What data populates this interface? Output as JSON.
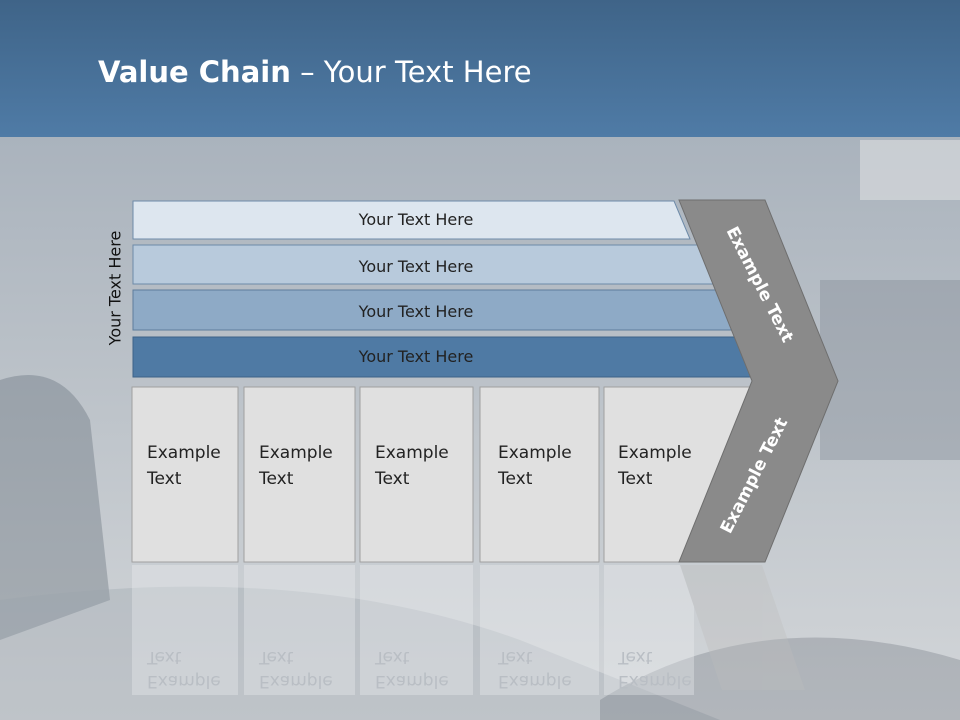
{
  "header": {
    "title_bold": "Value Chain",
    "title_rest": " – Your Text Here"
  },
  "side_label": "Your Text Here",
  "bars": [
    {
      "label": "Your Text Here",
      "color": "#dde6ef"
    },
    {
      "label": "Your Text Here",
      "color": "#b8cadc"
    },
    {
      "label": "Your Text Here",
      "color": "#8eaac6"
    },
    {
      "label": "Your Text Here",
      "color": "#4f7aa4"
    }
  ],
  "boxes": [
    {
      "line1": "Example",
      "line2": "Text"
    },
    {
      "line1": "Example",
      "line2": "Text"
    },
    {
      "line1": "Example",
      "line2": "Text"
    },
    {
      "line1": "Example",
      "line2": "Text"
    },
    {
      "line1": "Example",
      "line2": "Text"
    }
  ],
  "chevron": {
    "top_label": "Example Text",
    "bottom_label": "Example Text",
    "color": "#8a8a8a"
  }
}
